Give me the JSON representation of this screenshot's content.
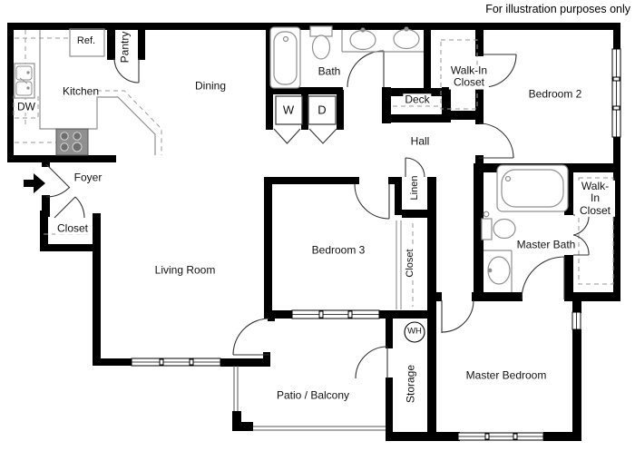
{
  "disclaimer": "For illustration purposes only",
  "colors": {
    "wall": "#000000",
    "fixture_outline": "#8f8f8f",
    "door_arc": "#333333",
    "dashed_line": "#999999",
    "background": "#ffffff",
    "text": "#111111"
  },
  "rooms": {
    "kitchen": "Kitchen",
    "dining": "Dining",
    "bath": "Bath",
    "hall": "Hall",
    "deck": "Deck",
    "walk_in_closet_bedroom2": "Walk-In\nCloset",
    "bedroom2": "Bedroom 2",
    "foyer": "Foyer",
    "foyer_closet": "Closet",
    "living_room": "Living Room",
    "bedroom3": "Bedroom 3",
    "linen": "Linen",
    "bedroom3_closet": "Closet",
    "master_bath": "Master Bath",
    "walk_in_closet_master": "Walk-In\nCloset",
    "master_bedroom": "Master Bedroom",
    "patio": "Patio / Balcony",
    "storage": "Storage"
  },
  "appliances": {
    "refrigerator": "Ref.",
    "pantry": "Pantry",
    "dishwasher": "DW",
    "washer": "W",
    "dryer": "D",
    "water_heater": "WH"
  }
}
